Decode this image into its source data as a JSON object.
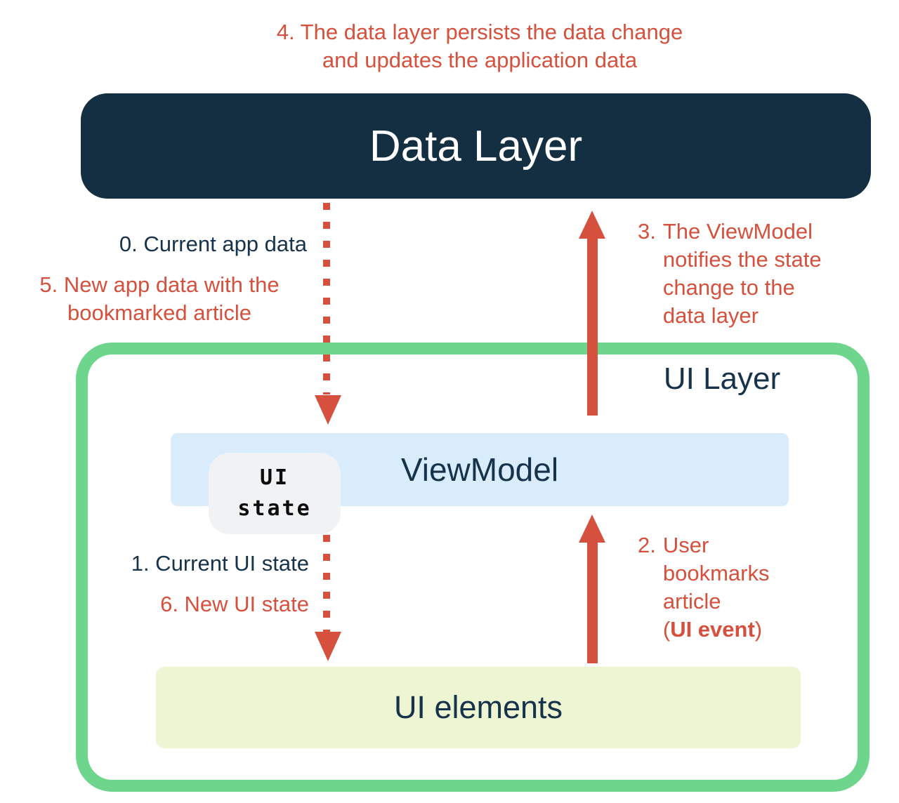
{
  "colors": {
    "navy_box": "#142f42",
    "dark_text": "#17334b",
    "red_accent": "#d6513d",
    "green_border": "#6dd58c",
    "viewmodel_blue": "#d8ecfb",
    "ui_elements_yellow": "#eef5d3",
    "ui_state_grey": "#f0f2f4"
  },
  "boxes": {
    "data_layer": "Data Layer",
    "ui_layer": "UI Layer",
    "viewmodel": "ViewModel",
    "ui_state": {
      "line1": "UI",
      "line2": "state"
    },
    "ui_elements": "UI elements"
  },
  "annotations": {
    "step4": {
      "line1": "4. The data layer persists the data change",
      "line2": "and updates the application data"
    },
    "step0": "0. Current app data",
    "step5": {
      "line1": "5. New app data with the",
      "line2": "bookmarked article"
    },
    "step3": {
      "prefix": "3.",
      "lines": [
        "The ViewModel",
        "notifies the state",
        "change to the",
        "data layer"
      ]
    },
    "step1": "1. Current UI state",
    "step6": "6. New UI state",
    "step2": {
      "prefix": "2.",
      "lines": [
        "User",
        "bookmarks",
        "article"
      ],
      "last_open": "(",
      "last_bold": "UI event",
      "last_close": ")"
    }
  }
}
